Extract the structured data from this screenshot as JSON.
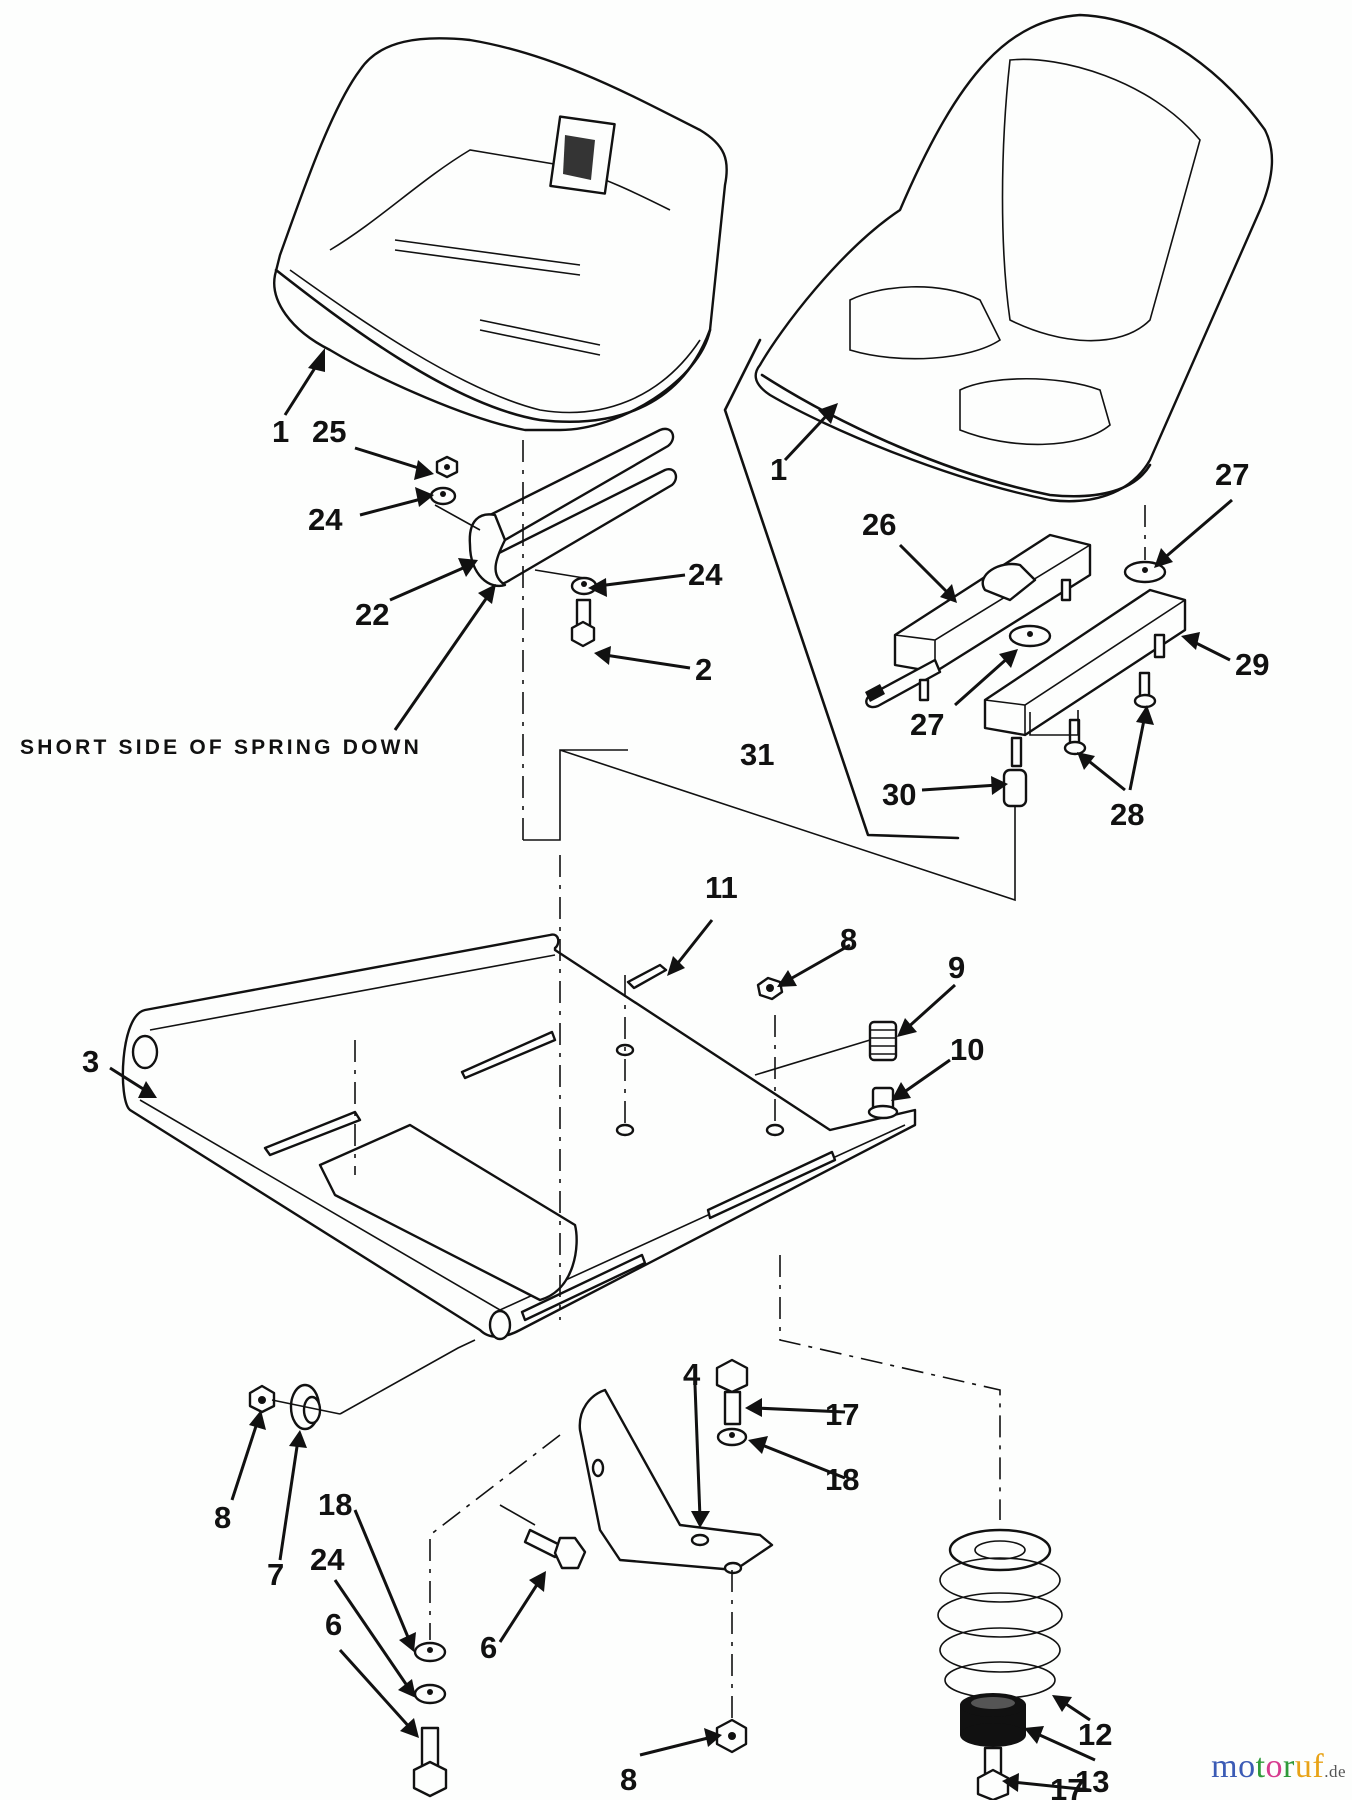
{
  "diagram": {
    "title": "Seat assembly exploded parts diagram",
    "note": "SHORT SIDE OF SPRING DOWN",
    "callouts": [
      {
        "id": "1",
        "part": "seat-left"
      },
      {
        "id": "25",
        "part": "nut"
      },
      {
        "id": "24",
        "part": "lock-washer"
      },
      {
        "id": "22",
        "part": "spring-bracket"
      },
      {
        "id": "24",
        "part": "lock-washer"
      },
      {
        "id": "2",
        "part": "screw"
      },
      {
        "id": "1",
        "part": "seat-right"
      },
      {
        "id": "27",
        "part": "washer"
      },
      {
        "id": "26",
        "part": "seat-track-adjustable"
      },
      {
        "id": "29",
        "part": "seat-track"
      },
      {
        "id": "27",
        "part": "washer"
      },
      {
        "id": "31",
        "part": "seat-kit"
      },
      {
        "id": "30",
        "part": "spacer"
      },
      {
        "id": "28",
        "part": "screws"
      },
      {
        "id": "11",
        "part": "cotter-pin"
      },
      {
        "id": "8",
        "part": "nut"
      },
      {
        "id": "9",
        "part": "spring"
      },
      {
        "id": "10",
        "part": "pin"
      },
      {
        "id": "3",
        "part": "seat-plate"
      },
      {
        "id": "8",
        "part": "nut"
      },
      {
        "id": "7",
        "part": "bushing"
      },
      {
        "id": "4",
        "part": "hinge-bracket"
      },
      {
        "id": "17",
        "part": "bolt"
      },
      {
        "id": "18",
        "part": "washer"
      },
      {
        "id": "18",
        "part": "washer"
      },
      {
        "id": "24",
        "part": "lock-washer"
      },
      {
        "id": "6",
        "part": "bolt"
      },
      {
        "id": "6",
        "part": "bolt"
      },
      {
        "id": "12",
        "part": "coil-spring"
      },
      {
        "id": "13",
        "part": "spring-cap"
      },
      {
        "id": "8",
        "part": "nut"
      },
      {
        "id": "17",
        "part": "bolt"
      }
    ]
  },
  "watermark": {
    "letters": [
      "m",
      "o",
      "t",
      "o",
      "r",
      "u",
      "f"
    ],
    "colors": [
      "#3b5bb5",
      "#3b5bb5",
      "#2f9a3a",
      "#d63b8f",
      "#2f9a3a",
      "#e8a317",
      "#e8a317"
    ],
    "suffix": ".de"
  }
}
